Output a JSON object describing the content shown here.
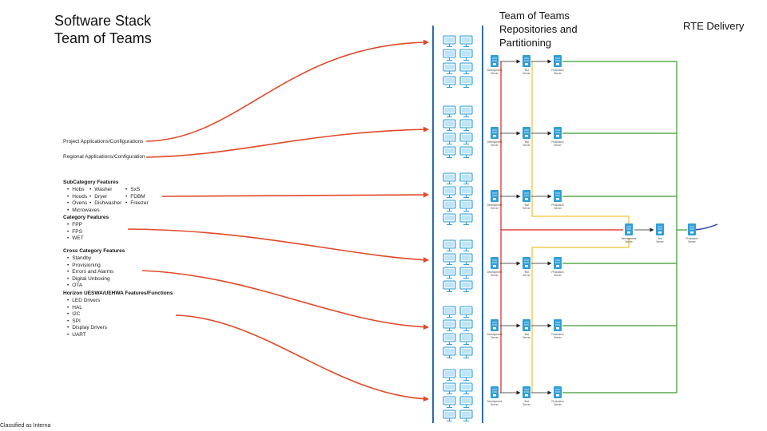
{
  "titles": {
    "main_line1": "Software Stack",
    "main_line2": "Team of Teams",
    "middle_line1": "Team of Teams",
    "middle_line2": "Repositories and",
    "middle_line3": "Partitioning",
    "right": "RTE Delivery"
  },
  "left_labels": {
    "project_apps": "Project Applications/Configurations",
    "regional_apps": "Regional Applications/Configuration"
  },
  "subcategory": {
    "heading": "SubCategory Features",
    "col1": [
      "Hobs",
      "Hoods",
      "Ovens",
      "Microwaves"
    ],
    "col2": [
      "Washer",
      "Dryer",
      "Dishwasher"
    ],
    "col3": [
      "SxS",
      "FDBM",
      "Freezer"
    ]
  },
  "category": {
    "heading": "Category Features",
    "items": [
      "FPP",
      "FPS",
      "WET"
    ]
  },
  "cross_category": {
    "heading": "Cross Category Features",
    "items": [
      "Standby",
      "Provisioning",
      "Errors and Alarms",
      "Digital Unboxing",
      "OTA"
    ]
  },
  "horizon": {
    "heading": "Horizon UESWA/UEHWA Features/Functions",
    "items": [
      "LED Drivers",
      "HAL",
      "I2C",
      "SPI",
      "Display Drivers",
      "UART"
    ]
  },
  "server_labels": {
    "development": "Development Server",
    "test": "Test Server",
    "production": "Production Server"
  },
  "footer": "Classified as Interna",
  "colors": {
    "arrow": "#e0492a",
    "divider": "#2f6ea8",
    "red_bus": "#e02020",
    "yellow_bus": "#f2c230",
    "green_bus": "#3a9a2e",
    "server": "#2f9fd8",
    "delivery_line": "#2a3fb0"
  }
}
